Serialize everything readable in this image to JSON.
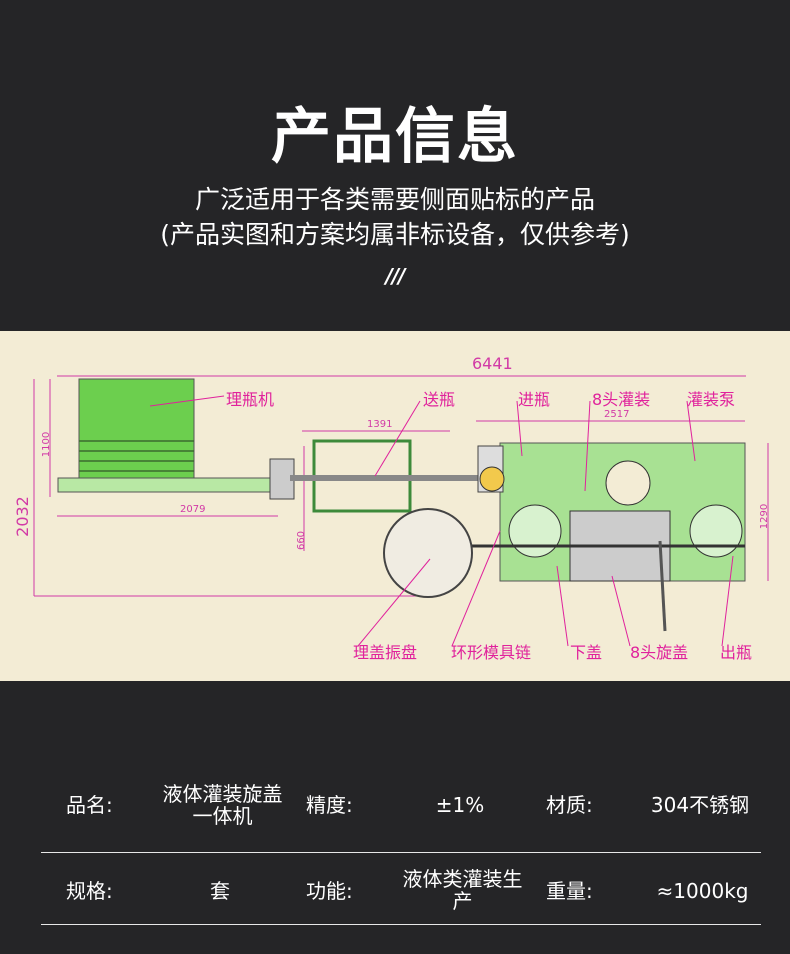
{
  "header": {
    "title": "产品信息",
    "subtitle_line1": "广泛适用于各类需要侧面贴标的产品",
    "subtitle_line2": "(产品实图和方案均属非标设备，仅供参考)",
    "decor": "///"
  },
  "diagram": {
    "labels": {
      "bottle_sorter": "理瓶机",
      "bottle_feed": "送瓶",
      "bottle_in": "进瓶",
      "filling_8head": "8头灌装",
      "filling_pump": "灌装泵",
      "cap_vibrator": "理盖振盘",
      "ring_mold_chain": "环形模具链",
      "cap_drop": "下盖",
      "capping_8head": "8头旋盖",
      "bottle_out": "出瓶"
    },
    "dimensions": {
      "total_length": "6441",
      "total_width": "2032",
      "sorter_height": "1100",
      "sorter_length": "2079",
      "feed_length": "1391",
      "feed_offset": "660",
      "main_length": "2517",
      "main_width": "1290"
    }
  },
  "specs": {
    "row1": [
      {
        "label": "品名:",
        "value": "液体灌装旋盖一体机"
      },
      {
        "label": "精度:",
        "value": "±1%"
      },
      {
        "label": "材质:",
        "value": "304不锈钢"
      }
    ],
    "row2": [
      {
        "label": "规格:",
        "value": "套"
      },
      {
        "label": "功能:",
        "value": "液体类灌装生产"
      },
      {
        "label": "重量:",
        "value": "≈1000kg"
      }
    ]
  },
  "colors": {
    "background": "#252527",
    "diagram_bg": "#f3ecd5",
    "machine_green": "#9fe08a",
    "label_magenta": "#e0229c"
  }
}
